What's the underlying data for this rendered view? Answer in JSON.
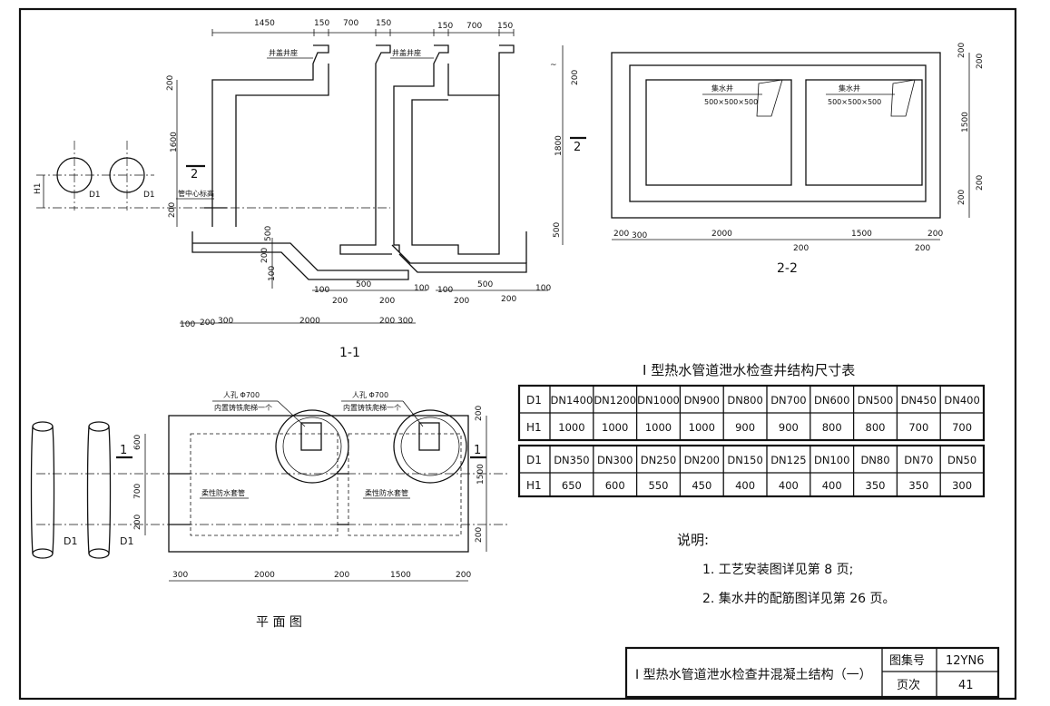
{
  "sections": {
    "section_1_1": {
      "title": "1-1",
      "dims_top": [
        "1450",
        "150",
        "700",
        "150",
        "150",
        "700",
        "150"
      ],
      "labels": {
        "cover_seat_left": "井盖井座",
        "cover_seat_right": "井盖井座",
        "pipe_center": "管中心标高"
      },
      "pipe_labels": [
        "D1",
        "D1"
      ],
      "h1": "H1",
      "section_mark": "2",
      "dims_left": [
        "200",
        "1600",
        "200"
      ],
      "dims_bottom_small": [
        "500",
        "200",
        "100"
      ],
      "dims_base_left": [
        "100",
        "500",
        "200",
        "200",
        "100"
      ],
      "dims_base_right": [
        "100",
        "500",
        "200",
        "200",
        "100"
      ],
      "dims_bottom": [
        "100",
        "200",
        "300",
        "2000",
        "200",
        "300"
      ],
      "dims_right": [
        "~",
        "200",
        "1800",
        "500"
      ]
    },
    "section_2_2": {
      "title": "2-2",
      "sump": "集水井",
      "sump_size": "500×500×500",
      "dims_right": [
        "200",
        "200",
        "1500",
        "200",
        "200"
      ],
      "dims_bottom": [
        "200",
        "300",
        "2000",
        "200",
        "1500",
        "200",
        "200"
      ]
    },
    "plan": {
      "title": "平 面 图",
      "manhole": "人孔 Φ700",
      "ladder": "内置铸铁爬梯一个",
      "sleeve": "柔性防水套管",
      "pipe_labels": [
        "D1",
        "D1"
      ],
      "section_mark": "1",
      "dims_left": [
        "600",
        "700",
        "200"
      ],
      "dims_right": [
        "200",
        "1500",
        "200"
      ],
      "dims_bottom": [
        "300",
        "2000",
        "200",
        "1500",
        "200"
      ]
    }
  },
  "table": {
    "title": "I 型热水管道泄水检查井结构尺寸表",
    "header_d": "D1",
    "header_h": "H1",
    "row1_d": [
      "DN1400",
      "DN1200",
      "DN1000",
      "DN900",
      "DN800",
      "DN700",
      "DN600",
      "DN500",
      "DN450",
      "DN400"
    ],
    "row1_h": [
      "1000",
      "1000",
      "1000",
      "1000",
      "900",
      "900",
      "800",
      "800",
      "700",
      "700"
    ],
    "row2_d": [
      "DN350",
      "DN300",
      "DN250",
      "DN200",
      "DN150",
      "DN125",
      "DN100",
      "DN80",
      "DN70",
      "DN50"
    ],
    "row2_h": [
      "650",
      "600",
      "550",
      "450",
      "400",
      "400",
      "400",
      "350",
      "350",
      "300"
    ]
  },
  "notes": {
    "heading": "说明:",
    "items": [
      "1. 工艺安装图详见第 8 页;",
      "2. 集水井的配筋图详见第 26 页。"
    ]
  },
  "titleblock": {
    "title": "I 型热水管道泄水检查井混凝土结构（一）",
    "atlas_label": "图集号",
    "atlas_no": "12YN6",
    "page_label": "页次",
    "page_no": "41"
  }
}
